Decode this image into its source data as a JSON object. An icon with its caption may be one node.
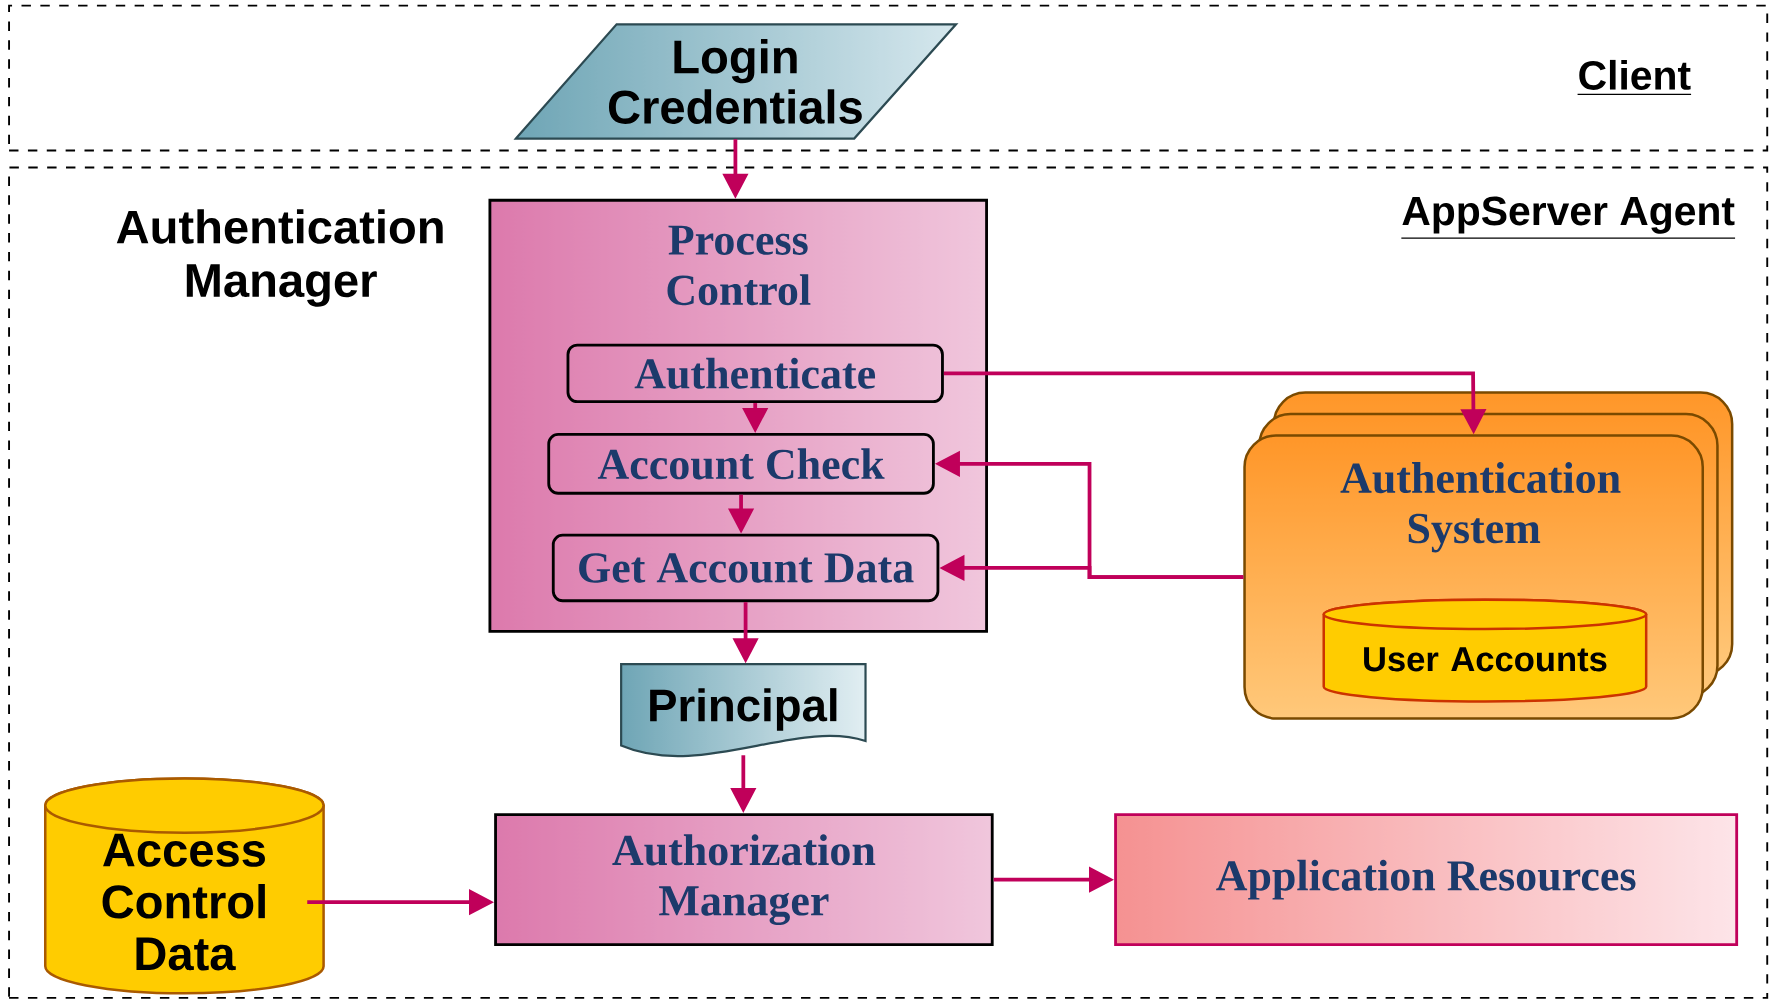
{
  "diagram": {
    "nodes": [
      {
        "text": [
          "Client"
        ]
      },
      {
        "text": [
          "AppServer Agent"
        ]
      },
      {
        "text": [
          "Login Credentials"
        ],
        "in": 0
      },
      {
        "text": [
          "Process Control"
        ],
        "in": 1
      },
      {
        "text": [
          "Authenticate"
        ],
        "in": 3
      },
      {
        "text": [
          "Account Check"
        ],
        "in": 3
      },
      {
        "text": [
          "Get Account Data"
        ],
        "in": 3
      },
      {
        "text": [
          "Principal"
        ],
        "in": 1
      },
      {
        "text": [
          "Authentication System"
        ],
        "in": 1
      },
      {
        "text": [
          "User Accounts"
        ],
        "in": 8
      },
      {
        "text": [
          "Access Control Data"
        ],
        "in": 1
      },
      {
        "text": [
          "Authorization Manager"
        ],
        "in": 1
      },
      {
        "text": [
          "Application Resources"
        ],
        "in": 1
      }
    ],
    "edges": [
      {
        "from": 2,
        "to": 3,
        "arrow": "to"
      },
      {
        "from": 4,
        "to": 5,
        "arrow": "to"
      },
      {
        "from": 5,
        "to": 6,
        "arrow": "to"
      },
      {
        "from": 4,
        "to": 8,
        "arrow": "to"
      },
      {
        "from": 8,
        "to": 5,
        "arrow": "to"
      },
      {
        "from": 8,
        "to": 6,
        "arrow": "to"
      },
      {
        "from": 6,
        "to": 7,
        "arrow": "to"
      },
      {
        "from": 7,
        "to": 11,
        "arrow": "to"
      },
      {
        "from": 10,
        "to": 11,
        "arrow": "to"
      },
      {
        "from": 11,
        "to": 12,
        "arrow": "to"
      }
    ],
    "labels": [
      "Authentication Manager"
    ]
  }
}
